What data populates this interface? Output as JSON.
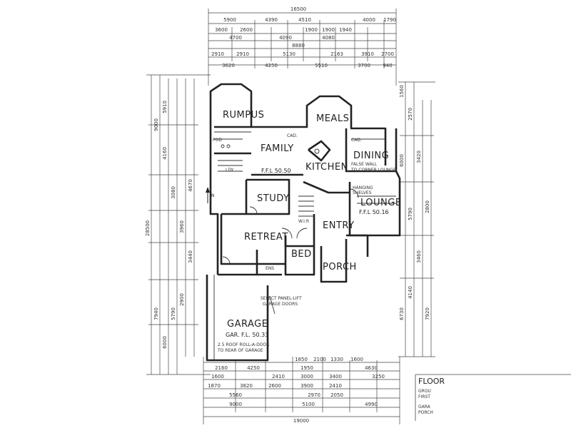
{
  "rooms": {
    "rumpus": "RUMPUS",
    "meals": "MEALS",
    "family": "FAMILY",
    "dining": "DINING",
    "kitchen": "KITCHEN",
    "study": "STUDY",
    "lounge": "LOUNGE",
    "retreat": "RETREAT",
    "bed": "BED",
    "entry": "ENTRY",
    "porch": "PORCH",
    "garage": "GARAGE",
    "wir": "W.I.R",
    "ldy": "LDY",
    "ens": "ENS"
  },
  "annotations": {
    "ffl_family": "F.F.L 50.50",
    "ffl_lounge": "F.F.L 50.16",
    "gar_fl": "GAR. F.L. 50.33",
    "garage_doors": [
      "SELECT PANEL-LIFT",
      "GARAGE DOORS"
    ],
    "roller_door": [
      "2.5 ROOF ROLL-A-DOOR",
      "TO REAR OF GARAGE"
    ],
    "false_wall": [
      "FALSE WALL",
      "TO CORNER LOUNGE"
    ],
    "hanging_shelves": [
      "HANGING",
      "SHELVES"
    ],
    "cad_1": "CAD.",
    "cad_2": "CAD.",
    "pod": "POD",
    "north": "N"
  },
  "dims_top": {
    "overall": "16500",
    "row1": [
      "5900",
      "4390",
      "4510",
      "4000",
      "1790"
    ],
    "row2": [
      "3600",
      "2600",
      "1900",
      "1900",
      "1940"
    ],
    "row3": [
      "4700",
      "4090",
      "4080"
    ],
    "row4": [
      "8880"
    ],
    "row5": [
      "2910",
      "2910",
      "5130",
      "2163",
      "3910",
      "2700"
    ],
    "row6": [
      "3620",
      "4250",
      "5510",
      "3700",
      "940"
    ]
  },
  "dims_bottom": {
    "row1": [
      "1850",
      "2100",
      "1330",
      "1600"
    ],
    "row2": [
      "2160",
      "4250",
      "1950",
      "4630"
    ],
    "row3": [
      "1600",
      "2410",
      "3000",
      "3400",
      "3250"
    ],
    "row4": [
      "1870",
      "3820",
      "2600",
      "3900",
      "2410"
    ],
    "row5": [
      "5560",
      "2970",
      "2050"
    ],
    "row6": [
      "9000",
      "5100",
      "4990"
    ],
    "overall": "19000"
  },
  "dims_left": [
    "28500",
    "9000",
    "5910",
    "3080",
    "3960",
    "4160",
    "7940",
    "5790",
    "6000",
    "3440",
    "4670",
    "2900"
  ],
  "dims_right": [
    "1560",
    "2570",
    "6000",
    "3420",
    "2800",
    "3460",
    "5790",
    "6730",
    "7920",
    "4140"
  ],
  "legend": {
    "header": "FLOOR",
    "lines": [
      "GROU",
      "FIRST",
      "GARA",
      "PORCH"
    ]
  }
}
